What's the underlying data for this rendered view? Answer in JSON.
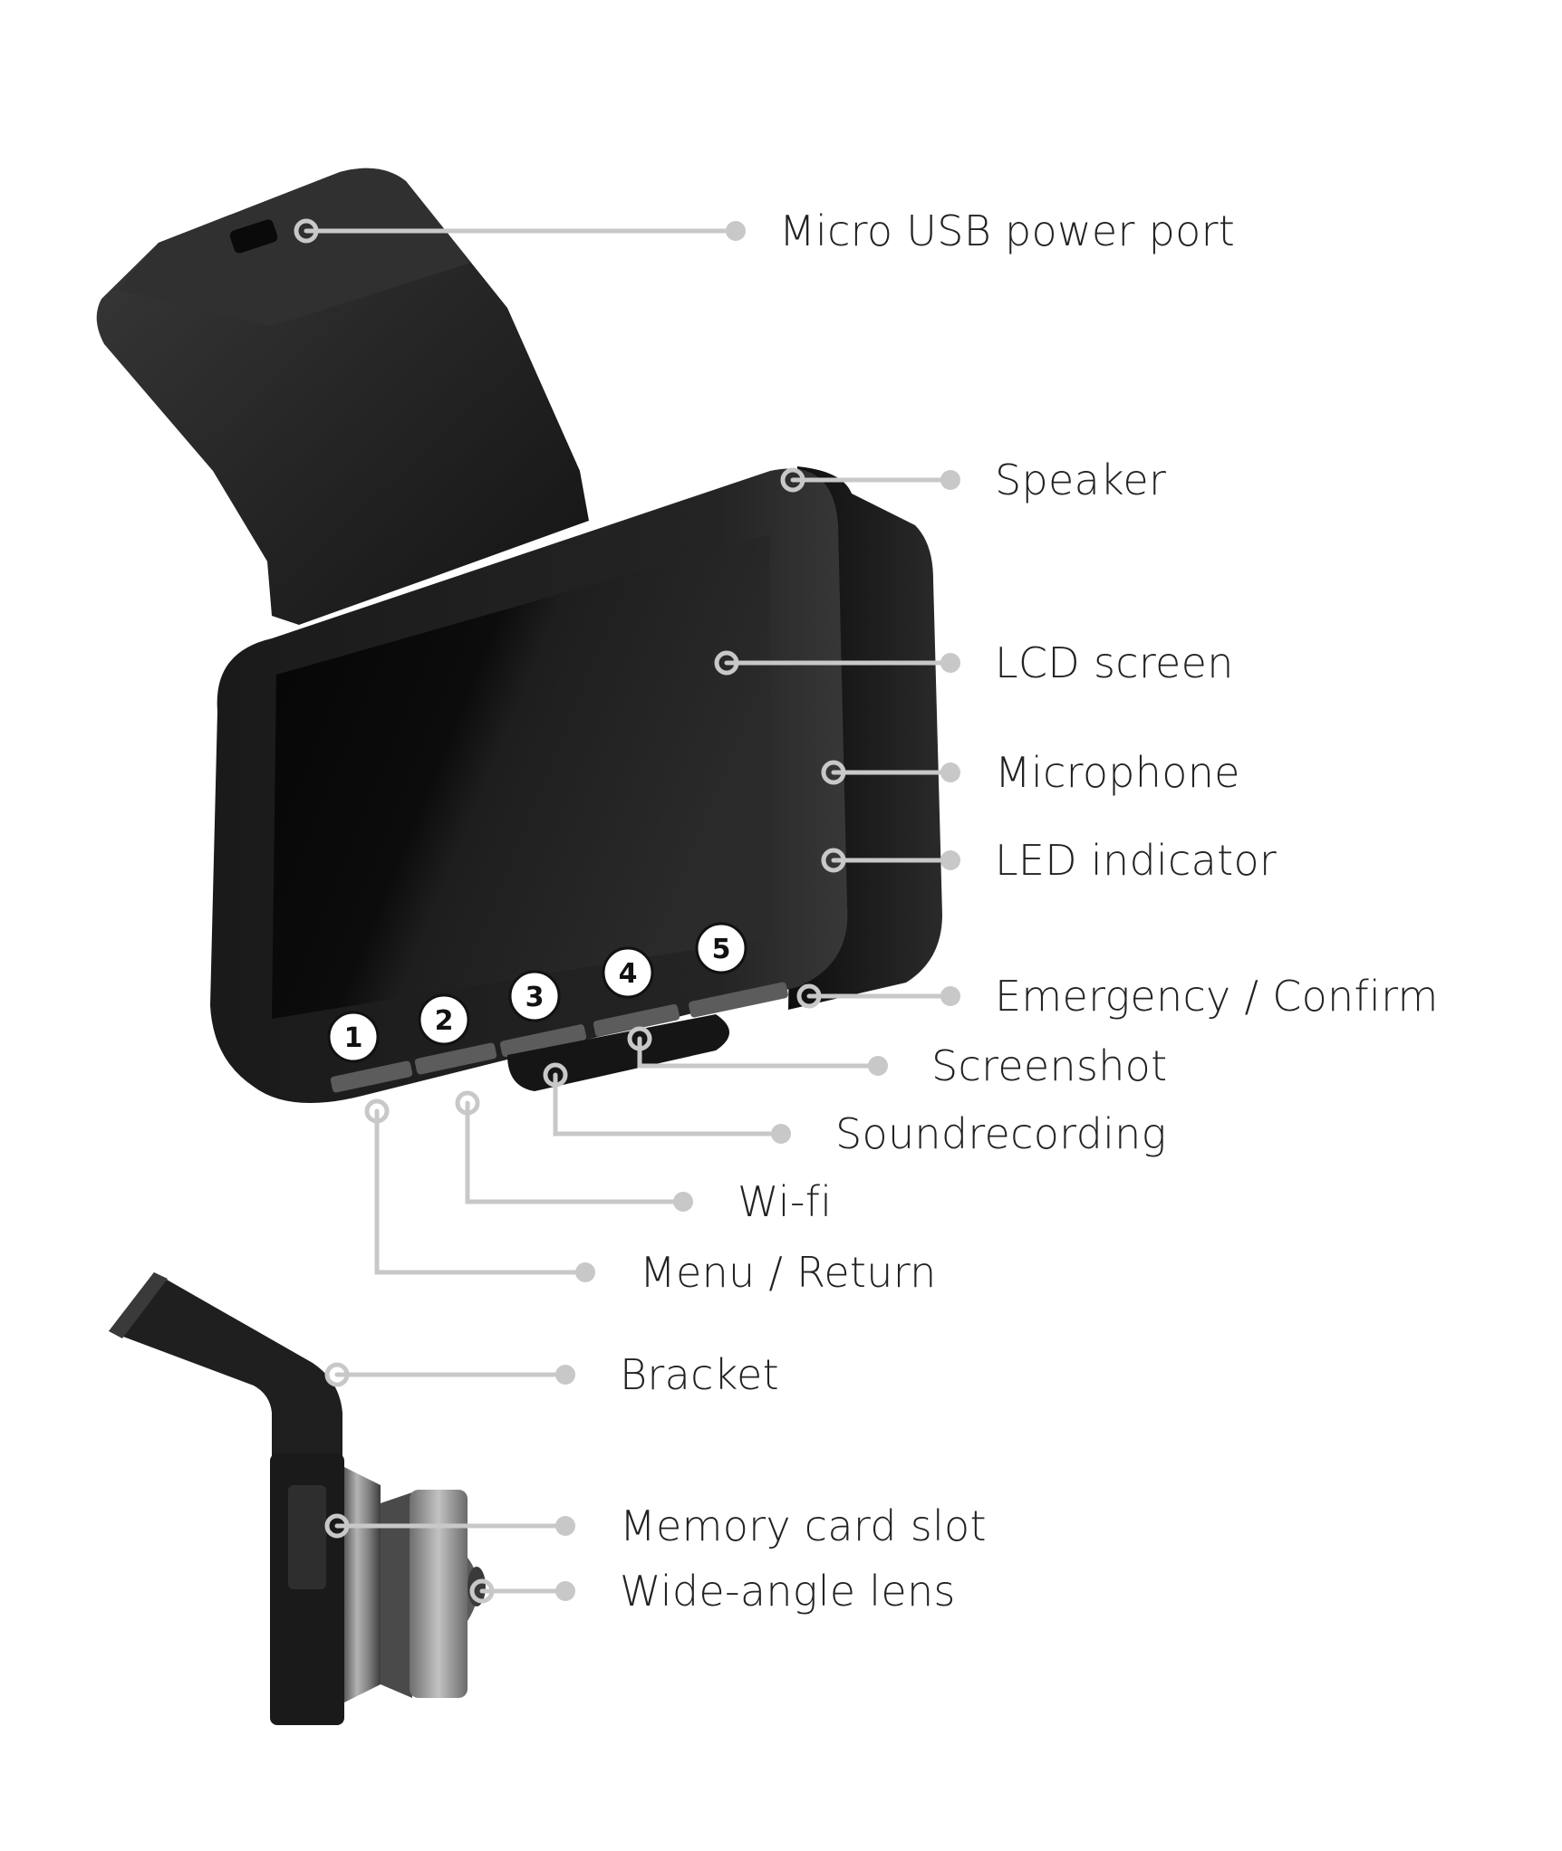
{
  "colors": {
    "leader": "#c8c8c8",
    "label": "#222222",
    "device_body": "#1c1c1c",
    "screen": "#0f0f0f",
    "lens_metal": "#8a8a8a"
  },
  "labels": {
    "micro_usb": "Micro USB power port",
    "speaker": "Speaker",
    "lcd_screen": "LCD screen",
    "microphone": "Microphone",
    "led_indicator": "LED indicator",
    "emergency_confirm": "Emergency / Confirm",
    "screenshot": "Screenshot",
    "soundrecording": "Soundrecording",
    "wifi": "Wi-fi",
    "menu_return": "Menu / Return",
    "bracket": "Bracket",
    "memory_card_slot": "Memory card slot",
    "wide_angle_lens": "Wide-angle lens"
  },
  "buttons": {
    "b1": "1",
    "b2": "2",
    "b3": "3",
    "b4": "4",
    "b5": "5"
  }
}
